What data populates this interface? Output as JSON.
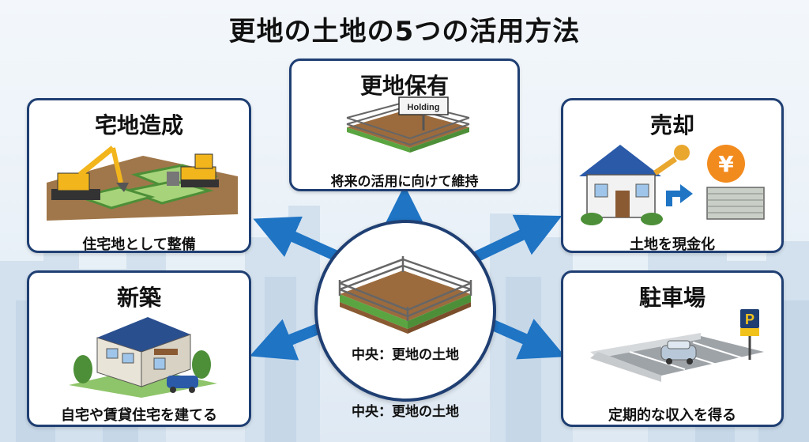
{
  "title": "更地の土地の5つの活用方法",
  "center": {
    "label": "中央：更地の土地",
    "caption_below": "中央：更地の土地"
  },
  "cards": {
    "holding": {
      "title": "更地保有",
      "caption": "将来の活用に向けて維持",
      "sign_text": "Holding"
    },
    "development": {
      "title": "宅地造成",
      "caption": "住宅地として整備"
    },
    "sale": {
      "title": "売却",
      "caption": "土地を現金化",
      "currency_symbol": "¥"
    },
    "construction": {
      "title": "新築",
      "caption": "自宅や賃貸住宅を建てる"
    },
    "parking": {
      "title": "駐車場",
      "caption": "定期的な収入を得る",
      "sign_letter": "P"
    }
  },
  "colors": {
    "border": "#1f3f73",
    "arrow": "#1f74c4",
    "soil": "#9b6b3e",
    "grass": "#5aa541",
    "yen_circle": "#f28b1e"
  }
}
